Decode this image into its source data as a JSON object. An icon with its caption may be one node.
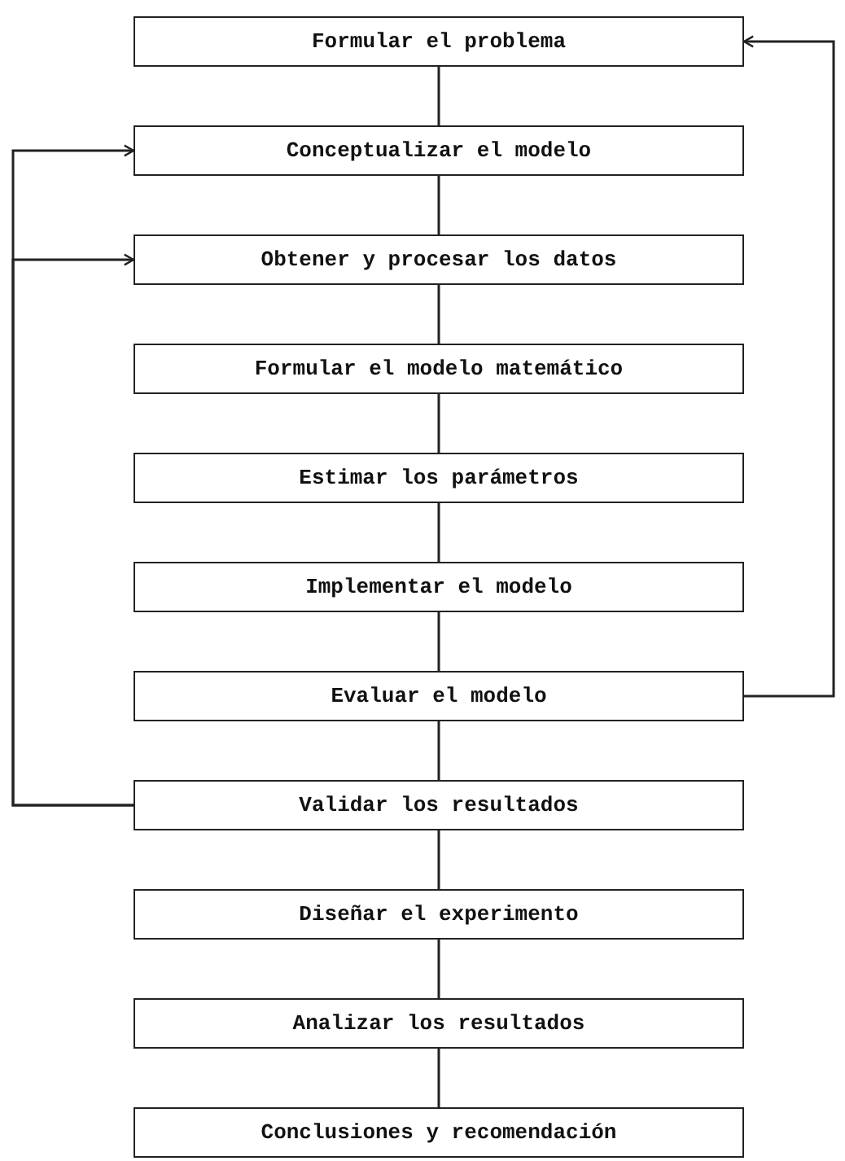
{
  "diagram": {
    "nodes": [
      {
        "text": [
          "Formular el problema"
        ]
      },
      {
        "text": [
          "Conceptualizar el modelo"
        ]
      },
      {
        "text": [
          "Obtener y procesar los datos"
        ]
      },
      {
        "text": [
          "Formular el modelo matemático"
        ]
      },
      {
        "text": [
          "Estimar los parámetros"
        ]
      },
      {
        "text": [
          "Implementar el modelo"
        ]
      },
      {
        "text": [
          "Evaluar el modelo"
        ]
      },
      {
        "text": [
          "Validar los resultados"
        ]
      },
      {
        "text": [
          "Diseñar el experimento"
        ]
      },
      {
        "text": [
          "Analizar los resultados"
        ]
      },
      {
        "text": [
          "Conclusiones y recomendación"
        ]
      }
    ],
    "edges": [
      {
        "from": 0,
        "to": 1,
        "arrow": "none"
      },
      {
        "from": 1,
        "to": 2,
        "arrow": "none"
      },
      {
        "from": 2,
        "to": 3,
        "arrow": "none"
      },
      {
        "from": 3,
        "to": 4,
        "arrow": "none"
      },
      {
        "from": 4,
        "to": 5,
        "arrow": "none"
      },
      {
        "from": 5,
        "to": 6,
        "arrow": "none"
      },
      {
        "from": 6,
        "to": 7,
        "arrow": "none"
      },
      {
        "from": 7,
        "to": 8,
        "arrow": "none"
      },
      {
        "from": 8,
        "to": 9,
        "arrow": "none"
      },
      {
        "from": 9,
        "to": 10,
        "arrow": "none"
      },
      {
        "from": 6,
        "to": 0,
        "arrow": "to"
      },
      {
        "from": 7,
        "to": 1,
        "arrow": "to"
      },
      {
        "from": 7,
        "to": 2,
        "arrow": "to"
      }
    ]
  }
}
